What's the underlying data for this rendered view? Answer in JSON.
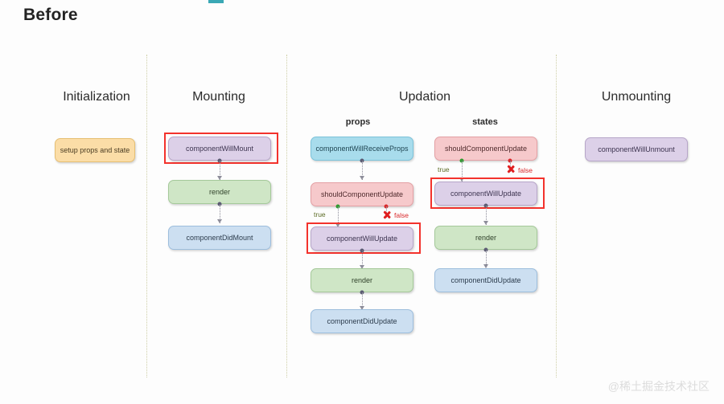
{
  "page": {
    "title": "Before",
    "watermark": "@稀土掘金技术社区",
    "accent_teal": "#3aa8b5",
    "highlight_color": "#f3322c"
  },
  "columns": [
    {
      "id": "initialization",
      "title": "Initialization"
    },
    {
      "id": "mounting",
      "title": "Mounting"
    },
    {
      "id": "updation",
      "title": "Updation"
    },
    {
      "id": "unmounting",
      "title": "Unmounting"
    }
  ],
  "subcolumns": [
    {
      "id": "props",
      "title": "props"
    },
    {
      "id": "states",
      "title": "states"
    }
  ],
  "nodes": {
    "setup_props_and_state": "setup props and state",
    "component_will_mount": "componentWillMount",
    "render_mounting": "render",
    "component_did_mount": "componentDidMount",
    "component_will_receive_props": "componentWillReceiveProps",
    "should_component_update_props": "shouldComponentUpdate",
    "component_will_update_props": "componentWillUpdate",
    "render_props": "render",
    "component_did_update_props": "componentDidUpdate",
    "should_component_update_states": "shouldComponentUpdate",
    "component_will_update_states": "componentWillUpdate",
    "render_states": "render",
    "component_did_update_states": "componentDidUpdate",
    "component_will_unmount": "componentWillUnmount"
  },
  "branches": {
    "true_label": "true",
    "false_label": "false"
  }
}
